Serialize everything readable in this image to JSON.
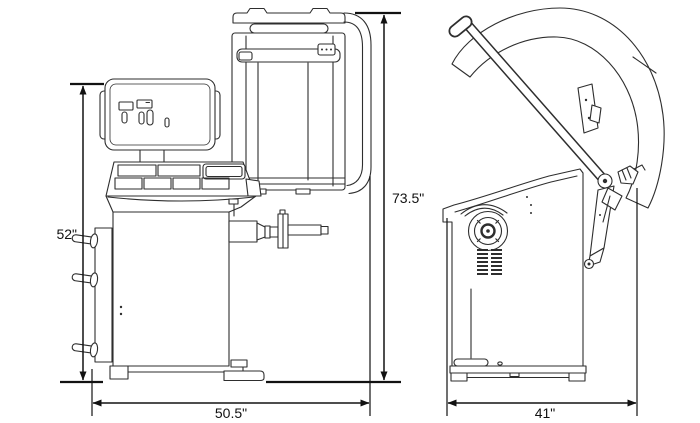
{
  "colors": {
    "background": "#ffffff",
    "line": "#2e2e2e",
    "dim": "#121212",
    "text": "#121212"
  },
  "diagram": {
    "subject": "Wheel balancer dimensional line drawing, front view with hood raised and side view",
    "views": {
      "front": {
        "name": "front-view-hood-raised",
        "dims": {
          "height": "52\"",
          "total_height": "73.5\"",
          "width": "50.5\""
        }
      },
      "side": {
        "name": "side-view",
        "dims": {
          "depth": "41\""
        }
      }
    }
  }
}
